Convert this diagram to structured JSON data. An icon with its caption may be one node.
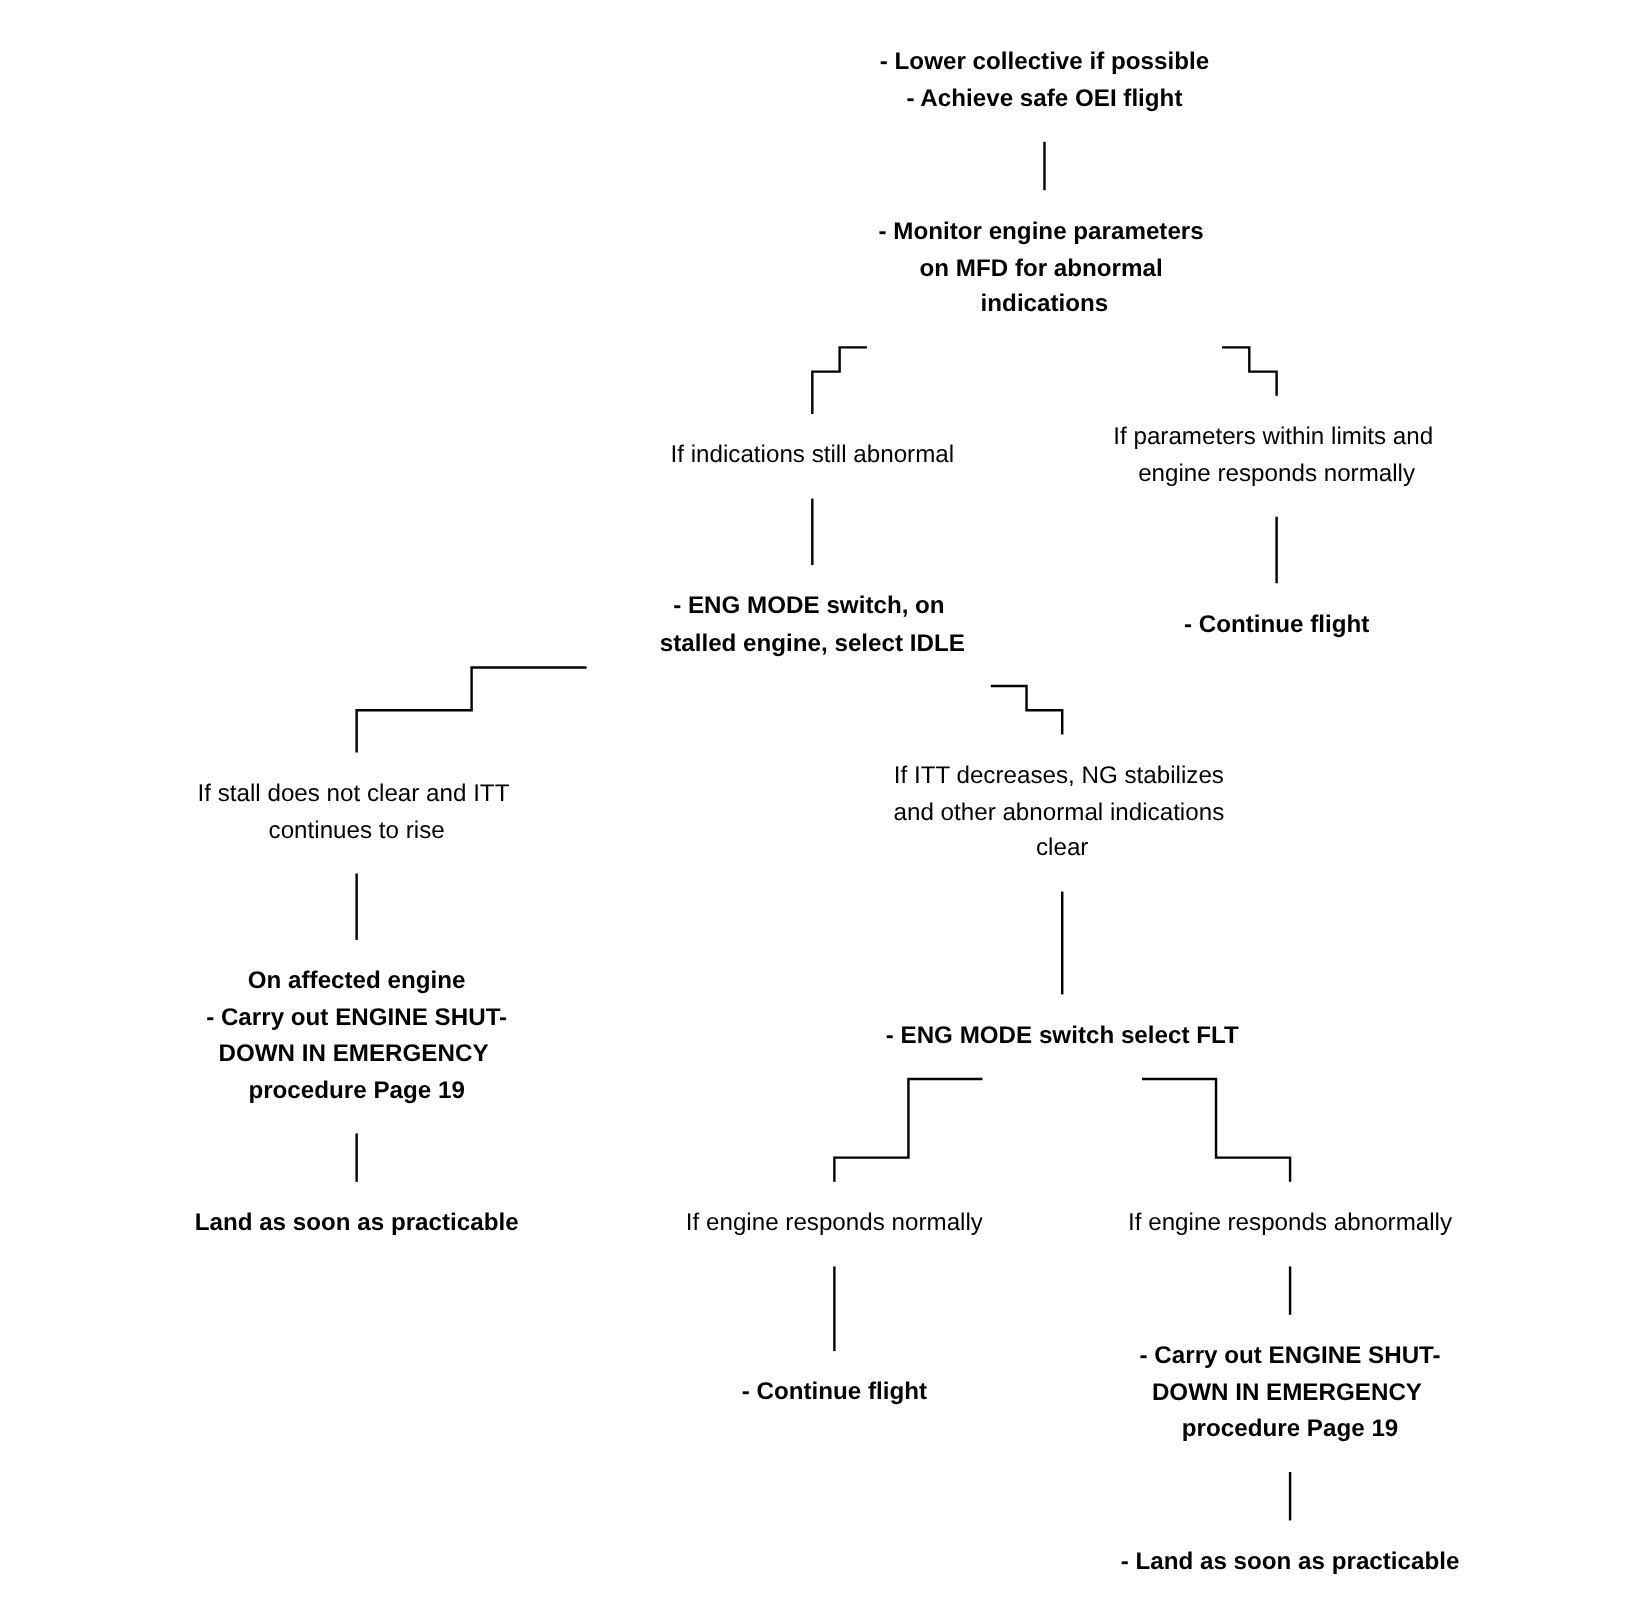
{
  "diagram": {
    "nodes": [
      {
        "text": [
          "- Lower collective if possible",
          "- Achieve safe OEI flight"
        ]
      },
      {
        "text": [
          "- Monitor engine parameters on MFD for abnormal indications"
        ]
      },
      {
        "text": [
          "If indications still abnormal"
        ]
      },
      {
        "text": [
          "If parameters within limits and engine responds normally"
        ]
      },
      {
        "text": [
          "- ENG MODE switch, on stalled engine, select IDLE"
        ]
      },
      {
        "text": [
          "- Continue flight"
        ]
      },
      {
        "text": [
          "If ITT decreases, NG stabilizes and other abnormal indications clear"
        ]
      },
      {
        "text": [
          "If stall does not clear and ITT continues to rise"
        ]
      },
      {
        "text": [
          "- ENG MODE switch select FLT"
        ]
      },
      {
        "text": [
          "On affected engine",
          "- Carry out ENGINE SHUT-DOWN IN EMERGENCY procedure"
        ],
        "beside": [
          "Page 19"
        ]
      },
      {
        "text": [
          "Land as soon as practicable"
        ]
      },
      {
        "text": [
          "If engine responds normally"
        ]
      },
      {
        "text": [
          "If engine responds abnormally"
        ]
      },
      {
        "text": [
          "- Continue flight"
        ]
      },
      {
        "text": [
          "- Carry out ENGINE SHUT-DOWN IN EMERGENCY procedure"
        ],
        "beside": [
          "Page 19"
        ]
      },
      {
        "text": [
          "- Land as soon as practicable"
        ]
      }
    ],
    "edges": [
      {
        "from": 0,
        "to": 1,
        "arrow": "none"
      },
      {
        "from": 1,
        "to": 2,
        "arrow": "none"
      },
      {
        "from": 1,
        "to": 3,
        "arrow": "none"
      },
      {
        "from": 2,
        "to": 4,
        "arrow": "none"
      },
      {
        "from": 3,
        "to": 5,
        "arrow": "none"
      },
      {
        "from": 4,
        "to": 6,
        "arrow": "none"
      },
      {
        "from": 4,
        "to": 7,
        "arrow": "none"
      },
      {
        "from": 6,
        "to": 8,
        "arrow": "none"
      },
      {
        "from": 7,
        "to": 9,
        "arrow": "none"
      },
      {
        "from": 9,
        "to": 10,
        "arrow": "none"
      },
      {
        "from": 8,
        "to": 11,
        "arrow": "none"
      },
      {
        "from": 8,
        "to": 12,
        "arrow": "none"
      },
      {
        "from": 11,
        "to": 13,
        "arrow": "none"
      },
      {
        "from": 12,
        "to": 14,
        "arrow": "none"
      },
      {
        "from": 14,
        "to": 15,
        "arrow": "none"
      }
    ]
  }
}
